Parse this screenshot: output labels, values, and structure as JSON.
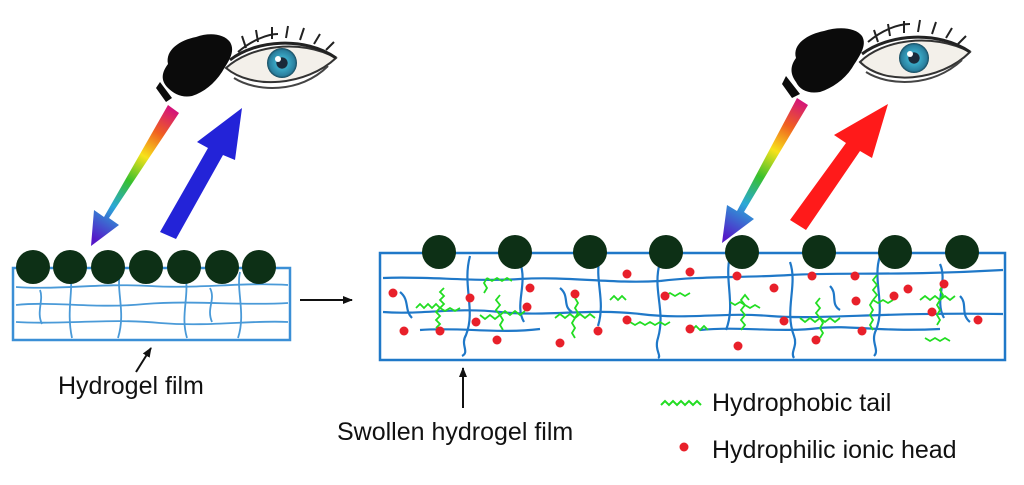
{
  "labels": {
    "hydrogel_film": "Hydrogel film",
    "swollen_hydrogel_film": "Swollen hydrogel film",
    "hydrophobic_tail": "Hydrophobic tail",
    "hydrophilic_ionic_head": "Hydrophilic ionic head"
  },
  "colors": {
    "nanoparticle": "#0d3016",
    "network": "#1f78c8",
    "film_border": "#1f78c8",
    "tail": "#22dd22",
    "head": "#e8202a",
    "reflected_left": "#2222dd",
    "reflected_right": "#ff1a1a",
    "arrow": "#111111"
  },
  "icons": [
    "light-source-icon",
    "eye-icon",
    "rainbow-incident-arrow-icon",
    "reflected-light-arrow-icon",
    "process-arrow-icon",
    "pointer-arrow-icon"
  ]
}
